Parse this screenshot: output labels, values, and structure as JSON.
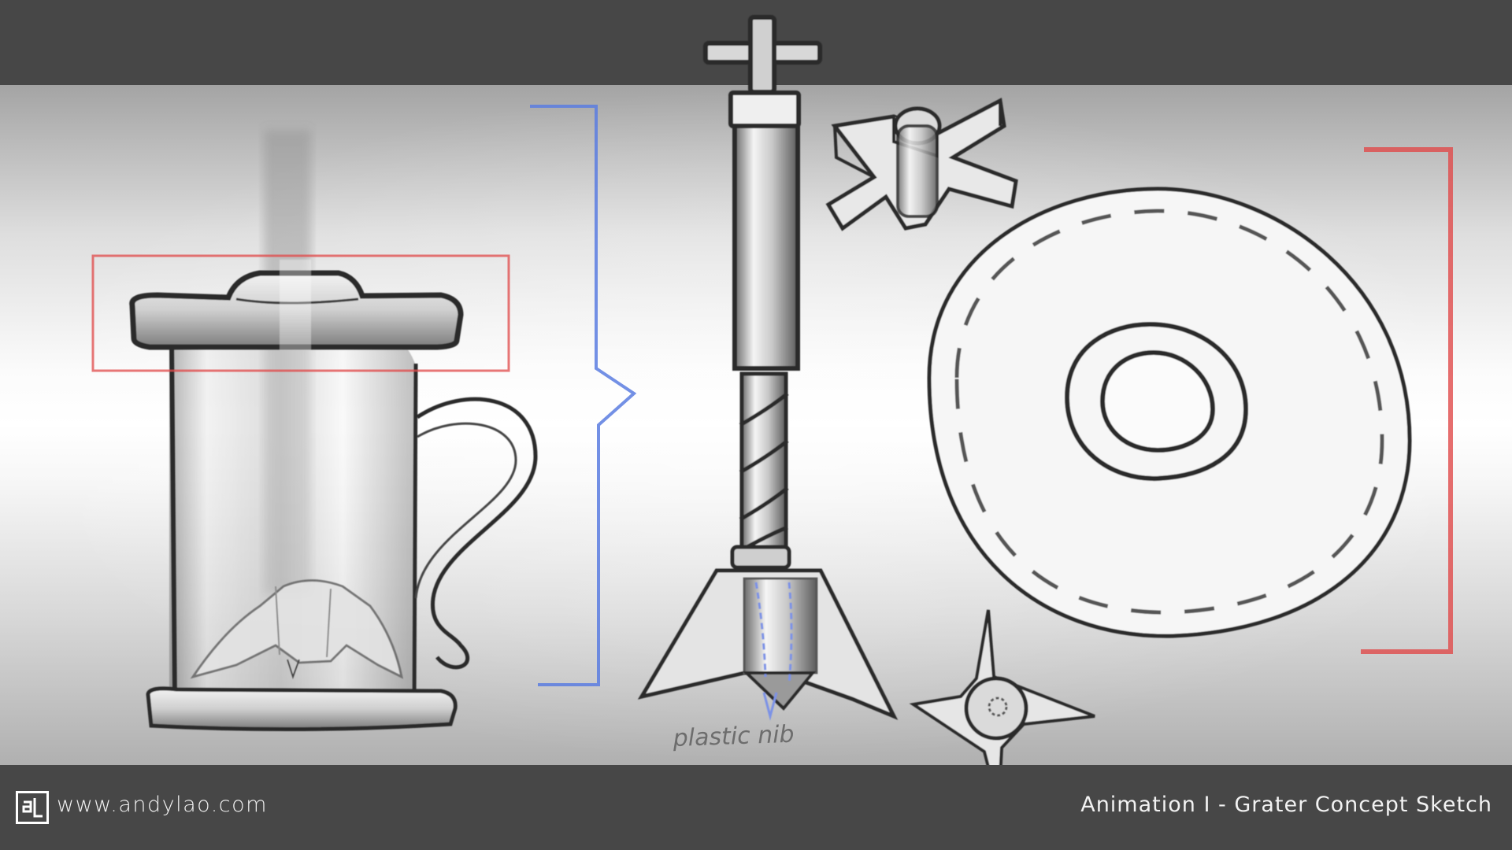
{
  "footer": {
    "logo_icon": "andylao-logo-icon",
    "url": "www.andylao.com",
    "caption": "Animation  I - Grater Concept Sketch"
  },
  "sketch": {
    "annotation": "plastic nib",
    "colors": {
      "background_dark": "#474747",
      "sketch_line": "#2a2a2a",
      "bracket_blue": "#5b7de0",
      "bracket_red": "#e04a4a"
    }
  }
}
